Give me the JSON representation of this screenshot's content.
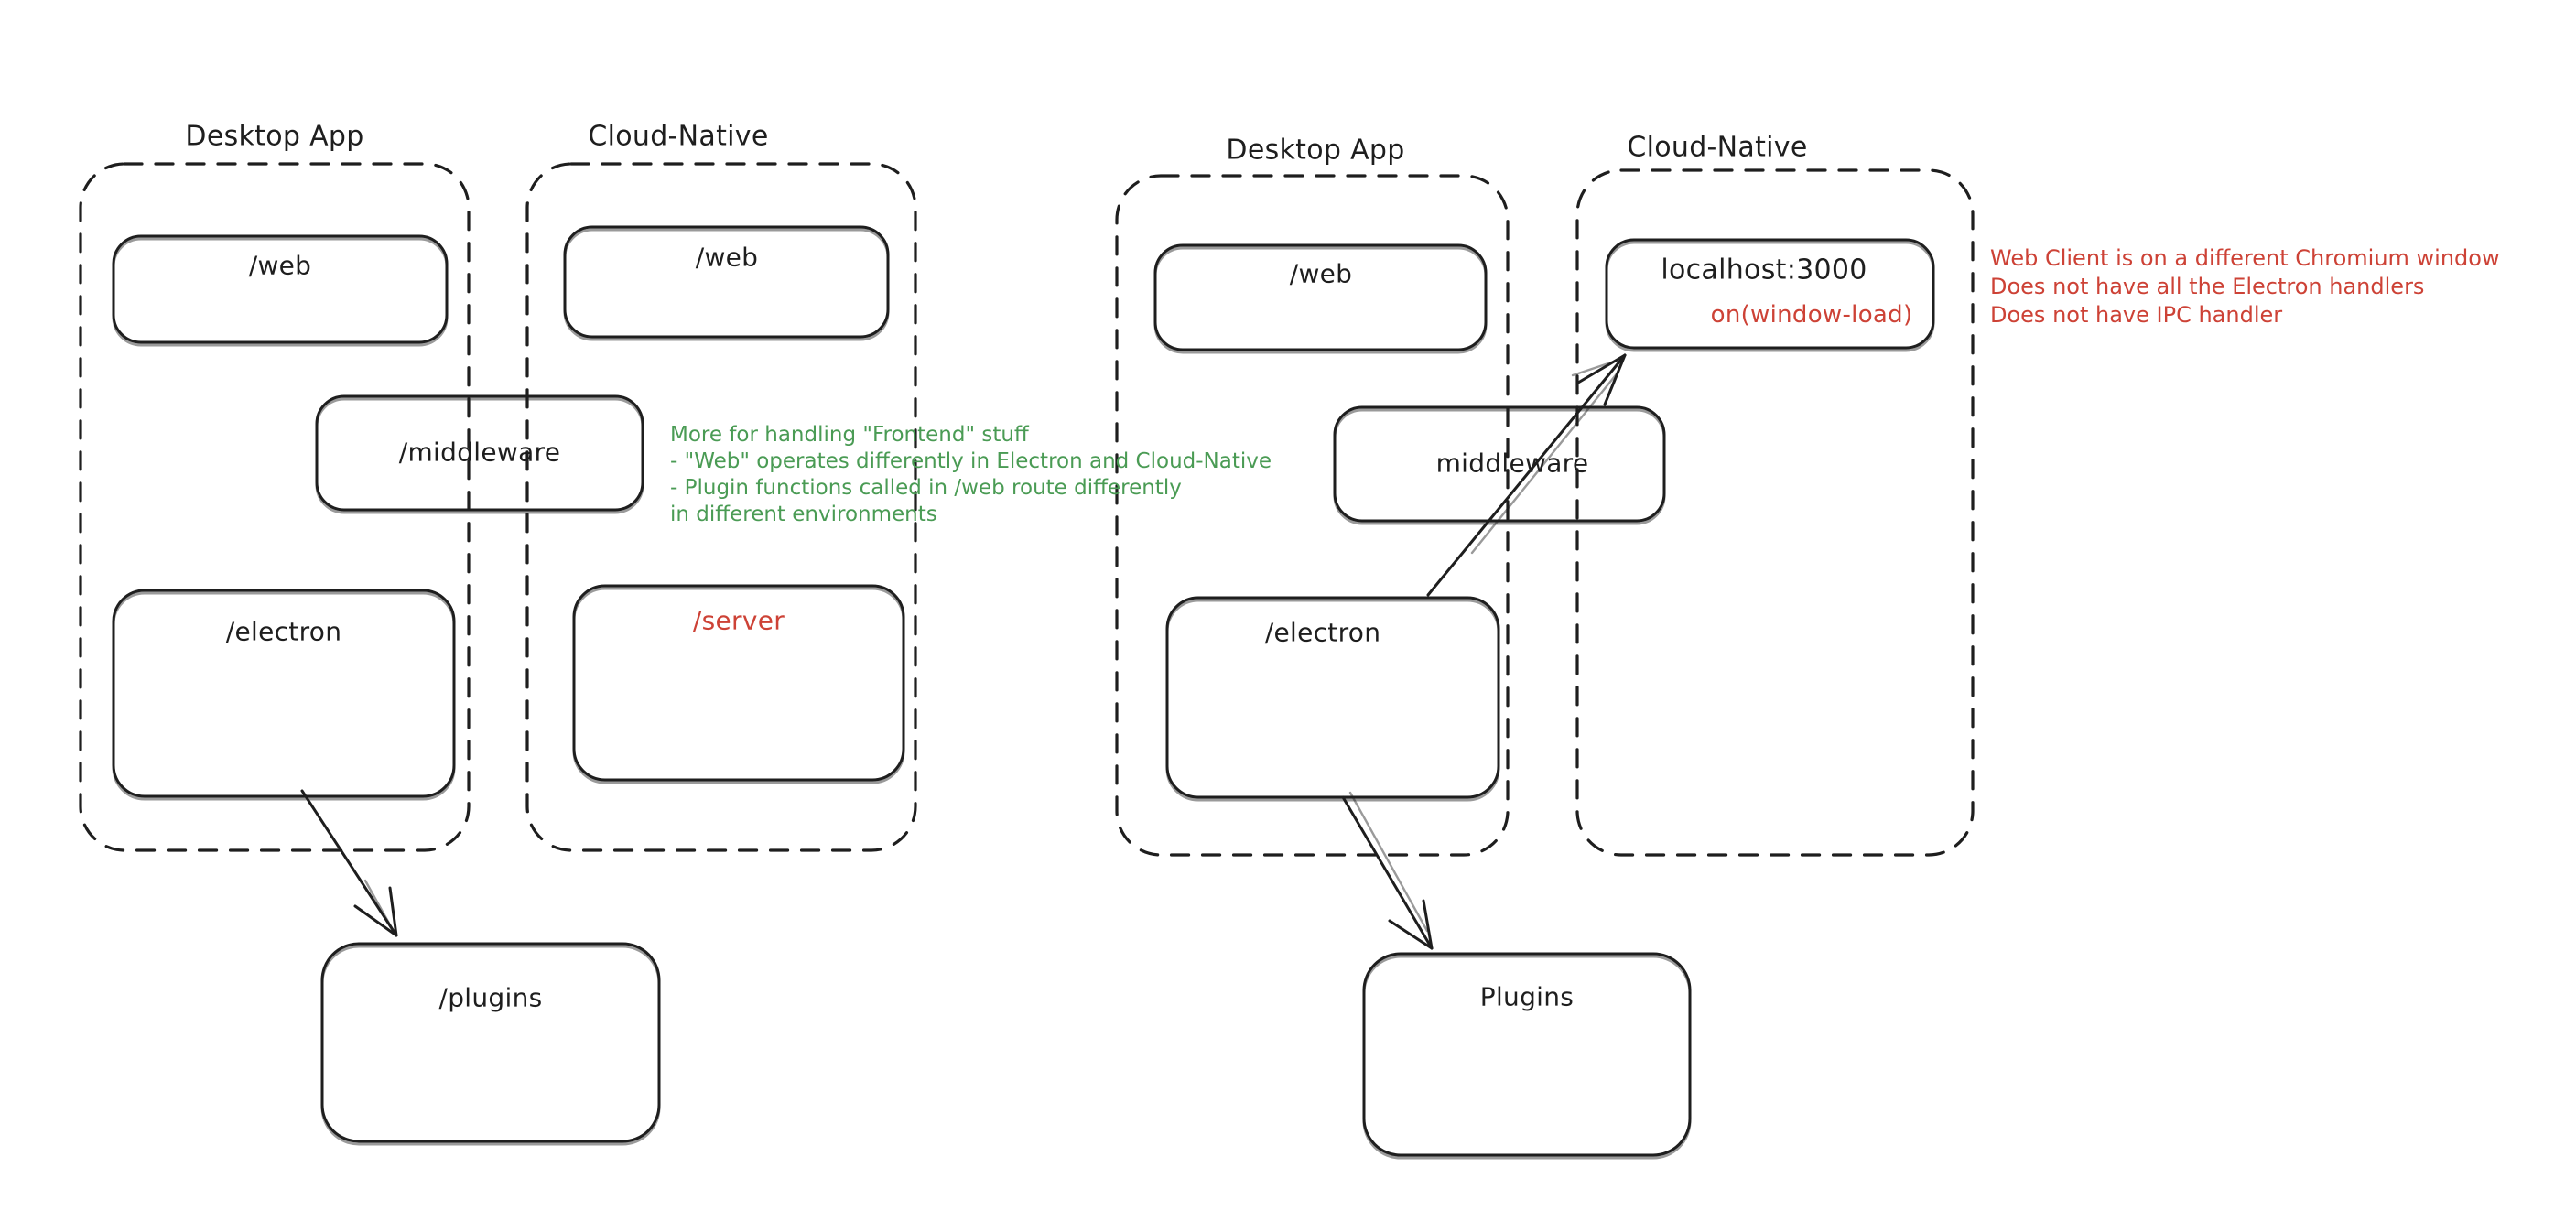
{
  "canvas": {
    "background": "#ffffff",
    "ink_color": "#1e1e1e",
    "red_color": "#cd4236",
    "green_color": "#4a9b54"
  },
  "left_diagram": {
    "desktop_group": {
      "label": "Desktop App",
      "web_box": "/web",
      "electron_box": "/electron"
    },
    "cloud_group": {
      "label": "Cloud-Native",
      "web_box": "/web",
      "server_box": "/server"
    },
    "middleware_box": "/middleware",
    "plugins_box": "/plugins",
    "note_green": {
      "lines": [
        "More for handling \"Frontend\" stuff",
        "- \"Web\" operates differently in Electron and Cloud-Native",
        "- Plugin functions called in /web route differently",
        "in different environments"
      ]
    }
  },
  "right_diagram": {
    "desktop_group": {
      "label": "Desktop App",
      "web_box": "/web",
      "electron_box": "/electron"
    },
    "cloud_group": {
      "label": "Cloud-Native",
      "localhost_box": "localhost:3000",
      "localhost_handler": "on(window-load)"
    },
    "middleware_box": "middleware",
    "plugins_box": "Plugins",
    "note_red": {
      "lines": [
        "Web Client is on a different Chromium window",
        "Does not have all the Electron handlers",
        "Does not have IPC handler"
      ]
    }
  }
}
